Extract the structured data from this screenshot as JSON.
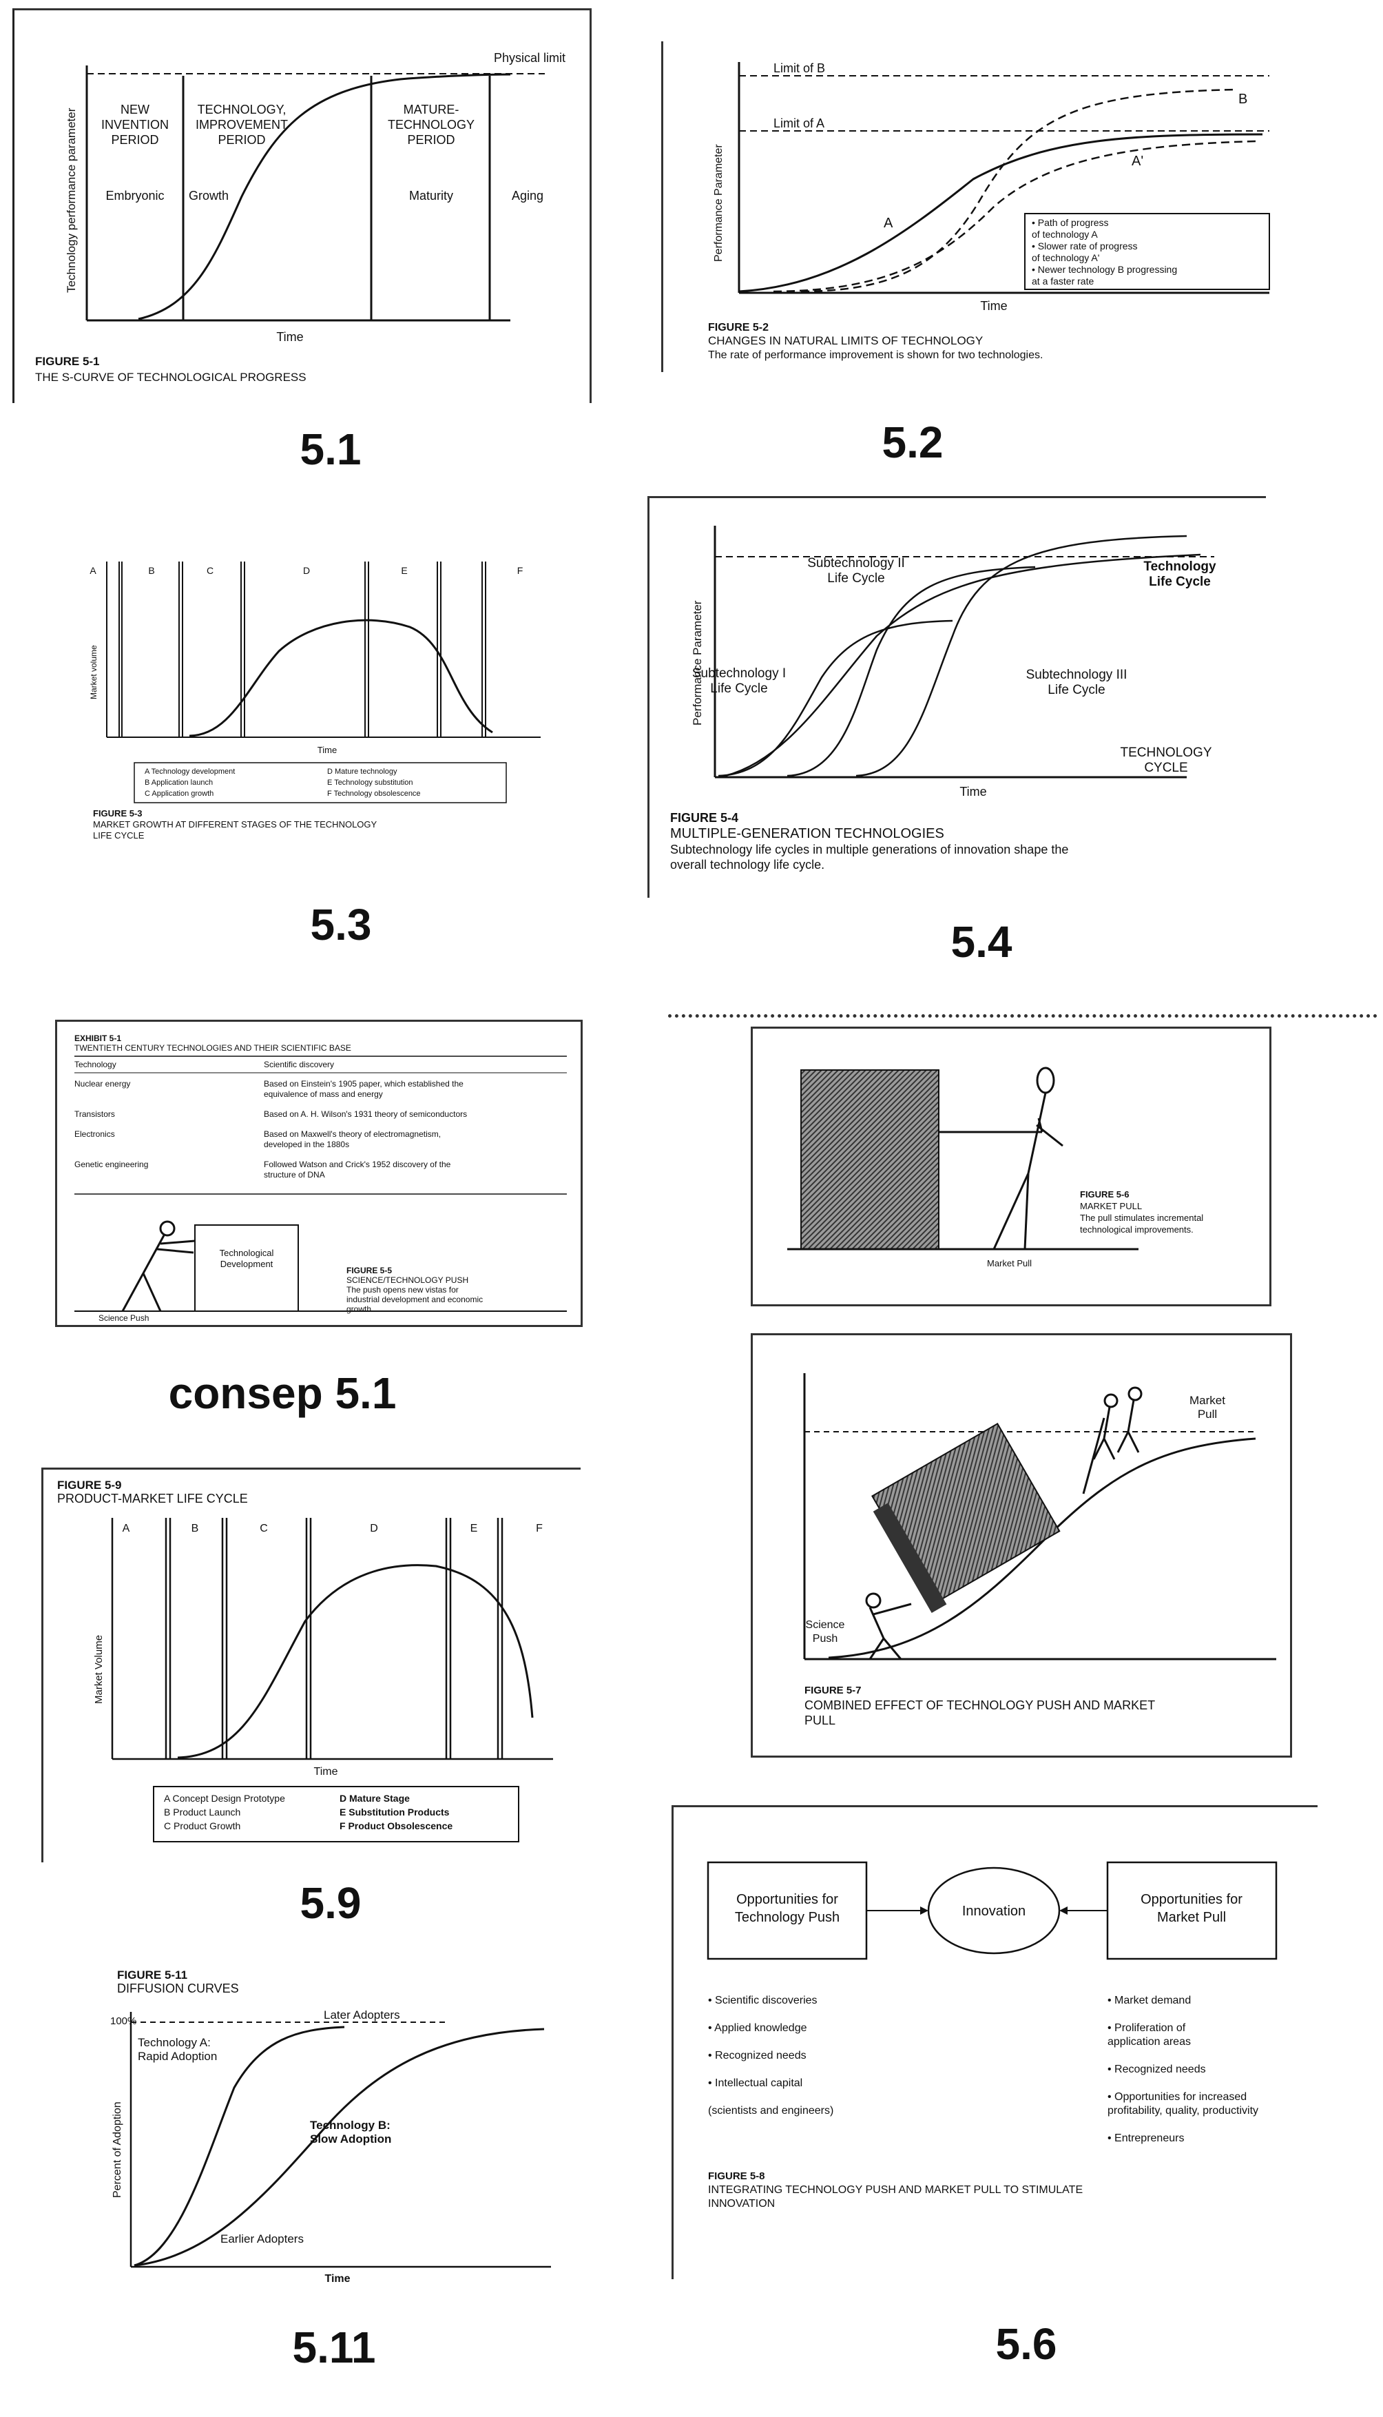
{
  "figures": {
    "f51": {
      "caption": "5.1",
      "figure_num": "FIGURE 5-1",
      "figure_title": "THE S-CURVE OF TECHNOLOGICAL PROGRESS",
      "ylabel": "Technology performance parameter",
      "xlabel": "Time",
      "limit": "Physical limit",
      "phase1": [
        "NEW",
        "INVENTION",
        "PERIOD"
      ],
      "phase2": [
        "TECHNOLOGY,",
        "IMPROVEMENT",
        "PERIOD"
      ],
      "phase3": [
        "MATURE-",
        "TECHNOLOGY",
        "PERIOD"
      ],
      "stage1": "Embryonic",
      "stage2": "Growth",
      "stage3": "Maturity",
      "stage4": "Aging"
    },
    "f52": {
      "caption": "5.2",
      "figure_num": "FIGURE 5-2",
      "figure_title": "CHANGES IN NATURAL LIMITS OF TECHNOLOGY",
      "figure_sub": "The rate of performance improvement is shown for two technologies.",
      "ylabel": "Performance Parameter",
      "xlabel": "Time",
      "limitB": "Limit of B",
      "limitA": "Limit of A",
      "labelA": "A",
      "labelAprime": "A'",
      "labelB": "B",
      "legend": [
        "• Path of progress",
        "  of technology A",
        "• Slower rate of progress",
        "  of technology A'",
        "• Newer technology B progressing",
        "  at a faster rate"
      ]
    },
    "f53": {
      "caption": "5.3",
      "figure_num": "FIGURE 5-3",
      "figure_title": "MARKET GROWTH AT DIFFERENT STAGES OF THE TECHNOLOGY",
      "figure_title2": "LIFE CYCLE",
      "ylabel": "Market volume",
      "xlabel": "Time",
      "stages": [
        "A",
        "B",
        "C",
        "D",
        "E",
        "F"
      ],
      "legend_left": [
        "A  Technology development",
        "B  Application launch",
        "C  Application growth"
      ],
      "legend_right": [
        "D  Mature technology",
        "E  Technology substitution",
        "F  Technology obsolescence"
      ]
    },
    "f54": {
      "caption": "5.4",
      "figure_num": "FIGURE 5-4",
      "figure_title": "MULTIPLE-GENERATION TECHNOLOGIES",
      "figure_sub": "Subtechnology life cycles in multiple generations of innovation shape the",
      "figure_sub2": "overall technology life cycle.",
      "ylabel": "Performance Parameter",
      "xlabel": "Time",
      "sub1": [
        "Subtechnology I",
        "Life Cycle"
      ],
      "sub2": [
        "Subtechnology II",
        "Life Cycle"
      ],
      "sub3": [
        "Subtechnology III",
        "Life Cycle"
      ],
      "tech": [
        "Technology",
        "Life Cycle"
      ],
      "cycle": [
        "TECHNOLOGY",
        "CYCLE"
      ]
    },
    "cons51": {
      "caption": "consep 5.1",
      "exhibit_num": "EXHIBIT 5-1",
      "exhibit_title": "TWENTIETH CENTURY TECHNOLOGIES AND THEIR SCIENTIFIC BASE",
      "col1": "Technology",
      "col2": "Scientific discovery",
      "rows": [
        {
          "tech": "Nuclear energy",
          "disc": [
            "Based on Einstein's 1905 paper, which established the",
            "equivalence of mass and energy"
          ]
        },
        {
          "tech": "Transistors",
          "disc": [
            "Based on A. H. Wilson's 1931 theory of semiconductors"
          ]
        },
        {
          "tech": "Electronics",
          "disc": [
            "Based on Maxwell's theory of electromagnetism,",
            "developed in the 1880s"
          ]
        },
        {
          "tech": "Genetic engineering",
          "disc": [
            "Followed Watson and Crick's 1952 discovery of the",
            "structure of DNA"
          ]
        }
      ],
      "box_label": [
        "Technological",
        "Development"
      ],
      "push_label": "Science Push",
      "figure_num": "FIGURE 5-5",
      "figure_title": "SCIENCE/TECHNOLOGY PUSH",
      "figure_sub": [
        "The push opens new vistas for",
        "industrial development and economic",
        "growth."
      ]
    },
    "f56a": {
      "label": "Market Pull",
      "figure_num": "FIGURE 5-6",
      "figure_title": "MARKET PULL",
      "figure_sub": [
        "The pull stimulates incremental",
        "technological improvements."
      ]
    },
    "f57": {
      "science": [
        "Science",
        "Push"
      ],
      "market": [
        "Market",
        "Pull"
      ],
      "figure_num": "FIGURE 5-7",
      "figure_title": "COMBINED EFFECT OF TECHNOLOGY PUSH AND MARKET",
      "figure_title2": "PULL"
    },
    "f58": {
      "caption": "5.6",
      "box_left": [
        "Opportunities for",
        "Technology Push"
      ],
      "center": "Innovation",
      "box_right": [
        "Opportunities for",
        "Market Pull"
      ],
      "list_left": [
        "• Scientific discoveries",
        "• Applied knowledge",
        "• Recognized needs",
        "• Intellectual capital",
        "  (scientists and engineers)"
      ],
      "list_right": [
        "• Market demand",
        "• Proliferation of",
        "  application areas",
        "• Recognized needs",
        "• Opportunities for increased",
        "  profitability, quality, productivity",
        "• Entrepreneurs"
      ],
      "figure_num": "FIGURE 5-8",
      "figure_title": "INTEGRATING TECHNOLOGY PUSH AND MARKET PULL TO STIMULATE",
      "figure_title2": "INNOVATION"
    },
    "f59": {
      "caption": "5.9",
      "figure_num": "FIGURE 5-9",
      "figure_title": "PRODUCT-MARKET LIFE CYCLE",
      "ylabel": "Market Volume",
      "xlabel": "Time",
      "stages": [
        "A",
        "B",
        "C",
        "D",
        "E",
        "F"
      ],
      "legend_left": [
        "A  Concept Design Prototype",
        "B  Product Launch",
        "C  Product Growth"
      ],
      "legend_right": [
        "D  Mature Stage",
        "E  Substitution Products",
        "F  Product Obsolescence"
      ]
    },
    "f511": {
      "caption": "5.11",
      "figure_num": "FIGURE 5-11",
      "figure_title": "DIFFUSION CURVES",
      "ylabel": "Percent of Adoption",
      "xlabel": "Time",
      "pct": "100%",
      "techA": [
        "Technology A:",
        "Rapid Adoption"
      ],
      "techB": [
        "Technology B:",
        "Slow Adoption"
      ],
      "later": "Later Adopters",
      "earlier": "Earlier Adopters"
    }
  }
}
